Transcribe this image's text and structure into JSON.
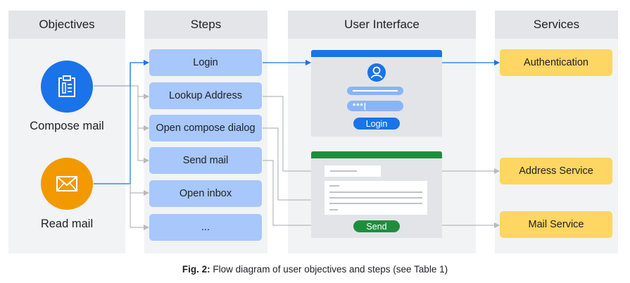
{
  "columns": {
    "objectives": "Objectives",
    "steps": "Steps",
    "ui": "User Interface",
    "services": "Services"
  },
  "objectives": {
    "compose": "Compose mail",
    "read": "Read mail"
  },
  "steps": [
    "Login",
    "Lookup Address",
    "Open compose dialog",
    "Send mail",
    "Open inbox",
    "..."
  ],
  "ui": {
    "login_password_mask": "***|",
    "login_button": "Login",
    "send_button": "Send"
  },
  "services": {
    "auth": "Authentication",
    "address": "Address Service",
    "mail": "Mail Service"
  },
  "caption": {
    "label": "Fig. 2:",
    "text": " Flow diagram of user objectives and steps (see Table 1)"
  },
  "colors": {
    "compose_circle": "#1a73e8",
    "read_circle": "#f29900",
    "step_fill": "#a8c7fa",
    "service_fill": "#fdd663",
    "login_bar": "#1a73e8",
    "compose_bar": "#1e8e3e",
    "primary_flow": "#1a73e8",
    "secondary_flow": "#b6b9bd"
  },
  "icons": {
    "compose": "clipboard-icon",
    "read": "envelope-icon",
    "user": "user-avatar-icon"
  }
}
